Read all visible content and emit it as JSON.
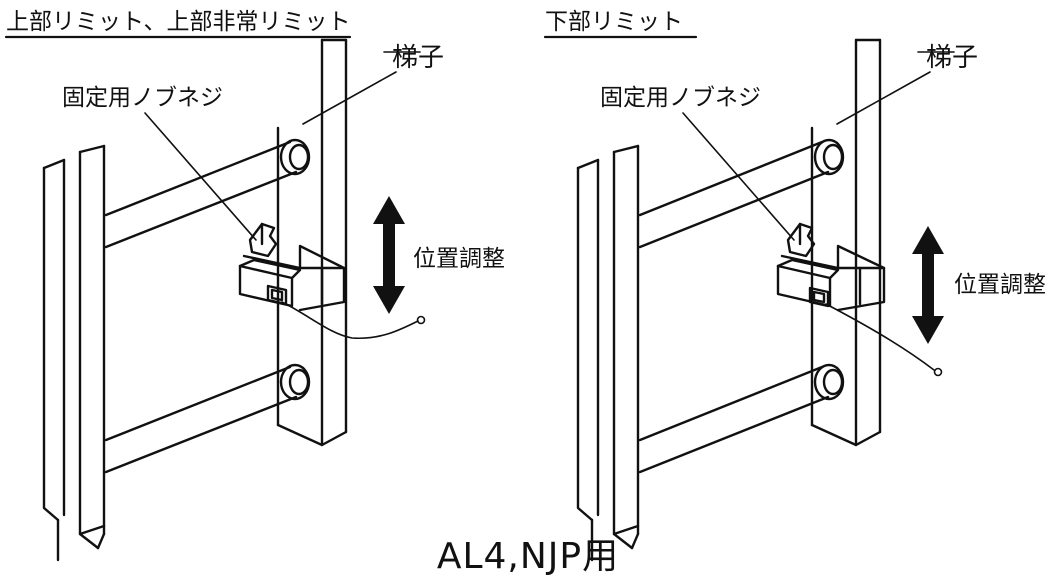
{
  "panels": {
    "left": {
      "title": "上部リミット、上部非常リミット",
      "ladder_label": "梯子",
      "knob_label": "固定用ノブネジ",
      "adjust_label": "位置調整"
    },
    "right": {
      "title": "下部リミット",
      "ladder_label": "梯子",
      "knob_label": "固定用ノブネジ",
      "adjust_label": "位置調整"
    }
  },
  "caption": "AL4,NJP用",
  "colors": {
    "line": "#111111",
    "background": "#ffffff"
  }
}
